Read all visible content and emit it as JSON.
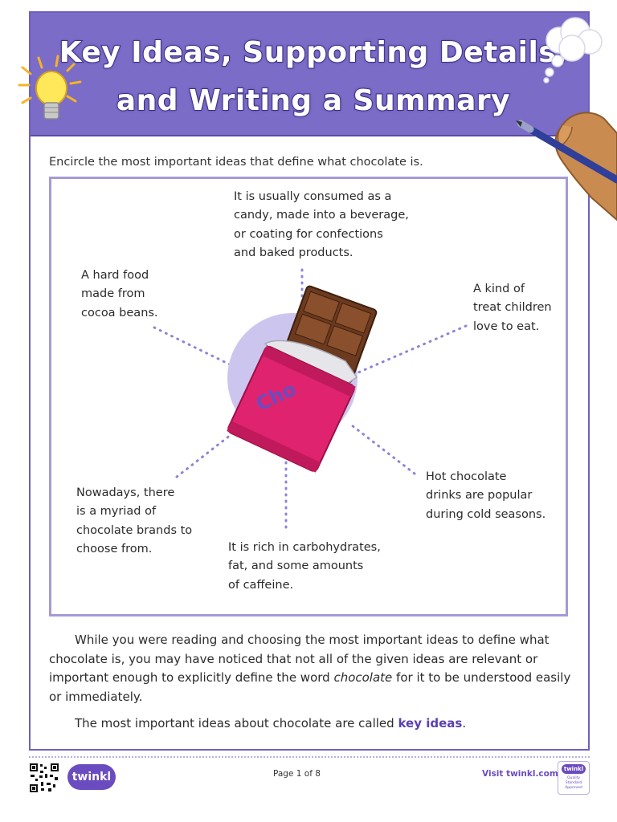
{
  "header": {
    "title_line1": "Key Ideas, Supporting Details,",
    "title_line2": "and Writing a Summary"
  },
  "instruction": "Encircle the most important ideas that define what chocolate is.",
  "ideas": {
    "top": "It is usually consumed as a\ncandy, made into a beverage,\nor coating for confections\nand baked products.",
    "upper_left": "A hard food\nmade from\ncocoa beans.",
    "upper_right": "A kind of\ntreat children\nlove to eat.",
    "lower_left": "Nowadays, there\nis a myriad of\nchocolate brands to\nchoose from.",
    "bottom": "It is rich in carbohydrates,\nfat, and some amounts\nof caffeine.",
    "lower_right": "Hot chocolate\ndrinks are popular\nduring cold seasons."
  },
  "wrapper_text": "Cho",
  "paragraph1": {
    "before": "While you were reading and choosing the most important ideas to define what chocolate is, you may have noticed that not all of the given ideas are relevant or important enough to explicitly define the word ",
    "italic": "chocolate",
    "after": " for it to be understood easily or immediately."
  },
  "paragraph2": {
    "before": "The most important ideas about chocolate are called ",
    "keyword": "key ideas",
    "after": "."
  },
  "footer": {
    "logo_text": "twinkl",
    "page": "Page 1 of 8",
    "visit": "Visit twinkl.com.ph",
    "badge_logo": "twinkl",
    "badge_caption": "Quality Standard Approved"
  },
  "colors": {
    "banner": "#7b6cc7",
    "frame": "#6f5fbd",
    "box_border": "#a59ad8",
    "keyword": "#5b3fb0",
    "wrapper": "#e0236e"
  },
  "icons": [
    "lightbulb-icon",
    "thought-cloud-icon",
    "hand-with-pen-icon",
    "qr-code-icon",
    "twinkl-logo-icon",
    "quality-badge-icon"
  ]
}
